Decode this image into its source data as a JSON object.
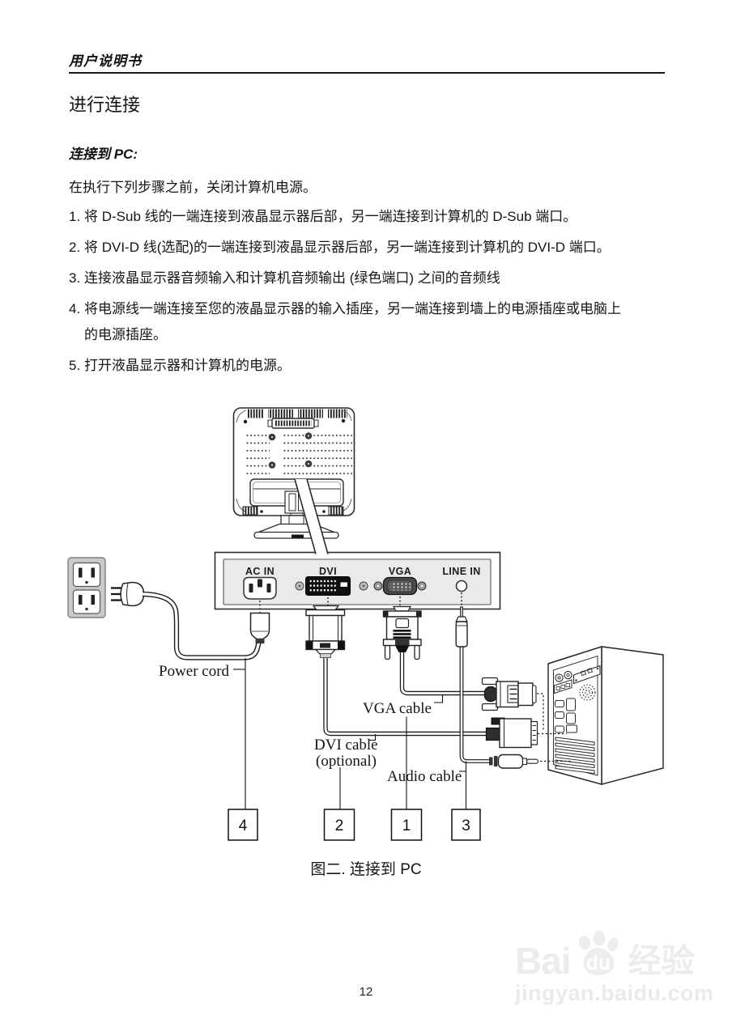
{
  "page": {
    "header": "用户说明书",
    "title": "进行连接",
    "subtitle": "连接到 PC:",
    "intro": "在执行下列步骤之前，关闭计算机电源。",
    "step_numbers": [
      "1.",
      "2.",
      "3.",
      "4.",
      "5."
    ],
    "steps": [
      "将 D-Sub 线的一端连接到液晶显示器后部，另一端连接到计算机的 D-Sub 端口。",
      "将 DVI-D 线(选配)的一端连接到液晶显示器后部，另一端连接到计算机的 DVI-D 端口。",
      "连接液晶显示器音频输入和计算机音频输出 (绿色端口) 之间的音频线",
      "将电源线一端连接至您的液晶显示器的输入插座，另一端连接到墙上的电源插座或电脑上的电源插座。",
      "打开液晶显示器和计算机的电源。"
    ],
    "page_number": "12"
  },
  "diagram": {
    "caption": "图二. 连接到 PC",
    "port_labels": {
      "ac_in": "AC IN",
      "dvi": "DVI",
      "vga": "VGA",
      "line_in": "LINE IN"
    },
    "cable_labels": {
      "power_cord": "Power cord",
      "vga_cable": "VGA cable",
      "dvi_cable": "DVI cable",
      "dvi_cable_note": "(optional)",
      "audio_cable": "Audio cable"
    },
    "step_callouts": {
      "power": "4",
      "dvi": "2",
      "vga": "1",
      "audio": "3"
    }
  },
  "watermark": {
    "word_bai": "Bai",
    "word_du": "du",
    "word_cn": "经验",
    "url": "jingyan.baidu.com"
  },
  "colors": {
    "line": "#2b2b2b",
    "panel_fill": "#eaeaea",
    "outlet_fill": "#c9c9c9",
    "watermark": "#ececec"
  }
}
